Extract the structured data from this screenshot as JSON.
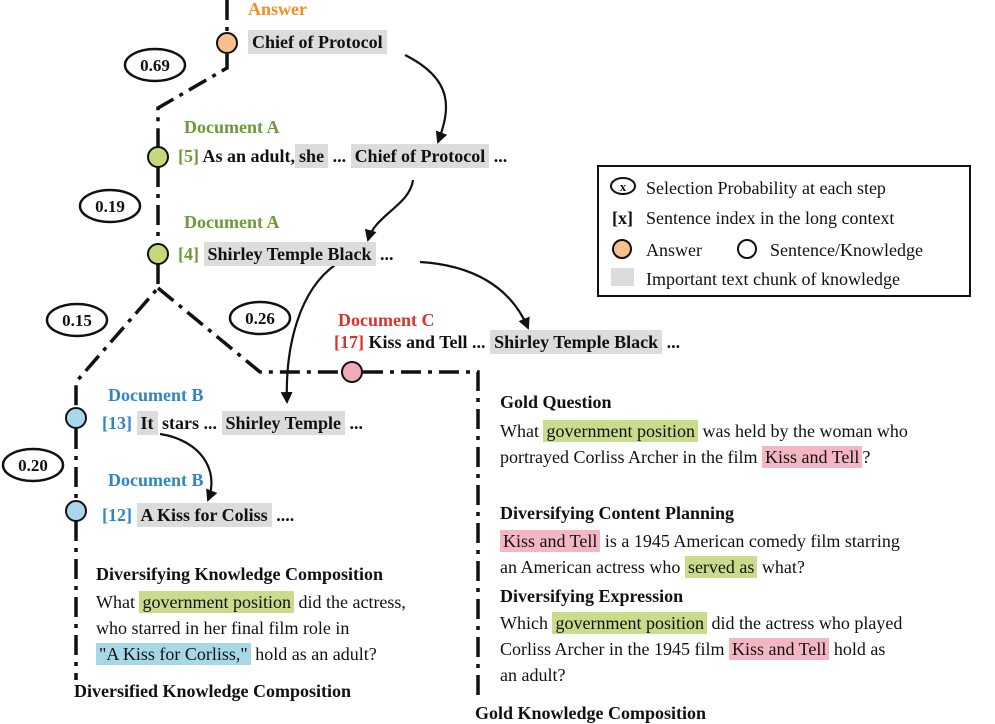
{
  "answer": {
    "label": "Answer",
    "chunk": "Chief of Protocol"
  },
  "probabilities": {
    "p1": "0.69",
    "p2": "0.19",
    "p3": "0.15",
    "p4": "0.26",
    "p5": "0.20"
  },
  "nodes": {
    "s5": {
      "doc": "Document A",
      "index": "[5]",
      "pre": "As an adult,",
      "chunk1": "she",
      "mid": "...",
      "chunk2": "Chief of Protocol",
      "post": "..."
    },
    "s4": {
      "doc": "Document A",
      "index": "[4]",
      "chunk": "Shirley Temple Black",
      "post": "..."
    },
    "s17": {
      "doc": "Document C",
      "index": "[17]",
      "pre": "Kiss and Tell ...",
      "chunk": "Shirley Temple Black",
      "post": "..."
    },
    "s13": {
      "doc": "Document B",
      "index": "[13]",
      "chunk1": "It",
      "mid": "stars ...",
      "chunk2": "Shirley Temple",
      "post": "..."
    },
    "s12": {
      "doc": "Document B",
      "index": "[12]",
      "chunk": "A Kiss for Coliss",
      "post": "...."
    }
  },
  "legend": {
    "row1": "Selection Probability at each step",
    "row1_symbol": "x",
    "row2_symbol": "[x]",
    "row2": "Sentence index in the long context",
    "row3a": "Answer",
    "row3b": "Sentence/Knowledge",
    "row4": "Important text chunk of knowledge"
  },
  "gold_question": {
    "title": "Gold Question",
    "l1a": "What",
    "l1h": "government position",
    "l1b": "was held by the woman who",
    "l2a": "portrayed Corliss Archer in the film",
    "l2h": "Kiss and Tell",
    "l2b": "?"
  },
  "content_planning": {
    "title": "Diversifying Content Planning",
    "l1h": "Kiss and Tell",
    "l1b": "is a 1945 American comedy film starring",
    "l2a": "an American actress who",
    "l2h": "served as",
    "l2b": "what?"
  },
  "expression": {
    "title": "Diversifying Expression",
    "l1a": "Which",
    "l1h": "government position",
    "l1b": "did the actress who played",
    "l2a": "Corliss Archer in the 1945 film",
    "l2h": "Kiss and Tell",
    "l2b": "hold as",
    "l3": "an adult?"
  },
  "knowledge_comp": {
    "title": "Diversifying Knowledge Composition",
    "l1a": "What",
    "l1h": "government position",
    "l1b": "did the actress,",
    "l2": "who starred in her final film role in",
    "l3h": "\"A Kiss for Corliss,\"",
    "l3b": "hold as an adult?"
  },
  "footer": {
    "left": "Diversified Knowledge Composition",
    "right": "Gold Knowledge Composition"
  },
  "colors": {
    "answer_node": "#f7c08e",
    "green_node": "#c3d97a",
    "blue_node": "#a9d6ea",
    "red_node": "#f4a9b8",
    "chunk_bg": "#dcdcdc"
  }
}
